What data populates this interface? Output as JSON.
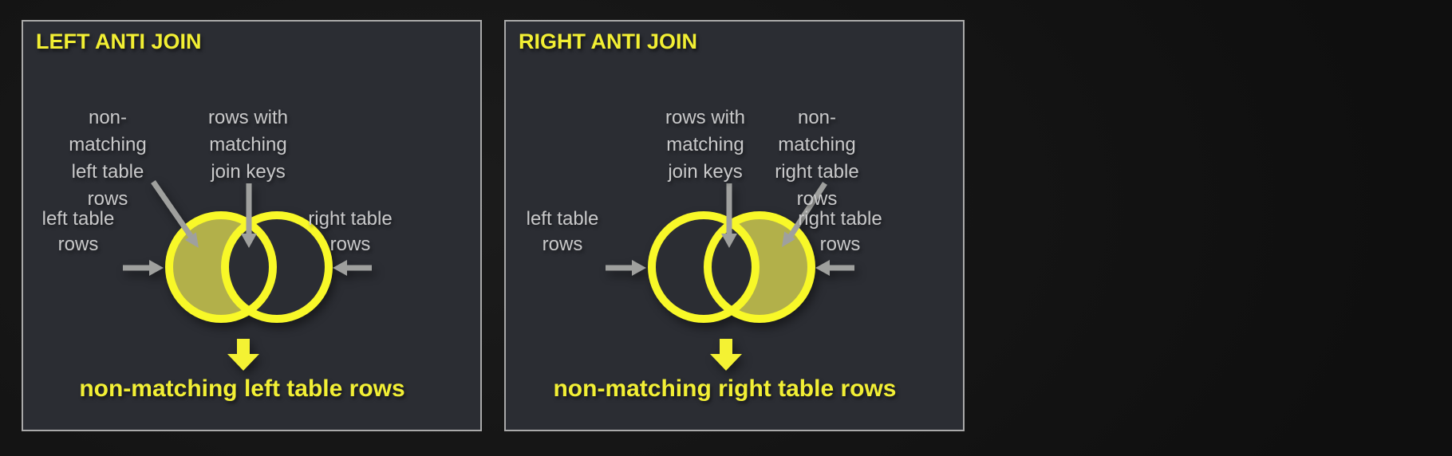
{
  "colors": {
    "page_bg": "#141414",
    "panel_bg": "#2b2d33",
    "panel_border": "#a9a9a9",
    "title_yellow": "#f2ef33",
    "circle_stroke_yellow": "#f8f828",
    "crescent_fill_olive": "#b2b04a",
    "label_gray": "#c9c9ca",
    "arrow_gray": "#9fa09e",
    "result_arrow_yellow": "#f4f233",
    "caption_yellow": "#f2ef35"
  },
  "panels": [
    {
      "title": "LEFT ANTI JOIN",
      "filled_region": "left-circle-only",
      "venn_labels": {
        "outside_lines": [
          "non-",
          "matching",
          "left table",
          "rows"
        ],
        "overlap_lines": [
          "rows with",
          "matching",
          "join keys"
        ],
        "left_circle_lines": [
          "left table",
          "rows"
        ],
        "right_circle_lines": [
          "right table",
          "rows"
        ]
      },
      "result_caption": "non-matching left table rows"
    },
    {
      "title": "RIGHT ANTI JOIN",
      "filled_region": "right-circle-only",
      "venn_labels": {
        "overlap_lines": [
          "rows with",
          "matching",
          "join keys"
        ],
        "outside_lines": [
          "non-",
          "matching",
          "right table",
          "rows"
        ],
        "left_circle_lines": [
          "left table",
          "rows"
        ],
        "right_circle_lines": [
          "right table",
          "rows"
        ]
      },
      "result_caption": "non-matching right table rows"
    }
  ]
}
